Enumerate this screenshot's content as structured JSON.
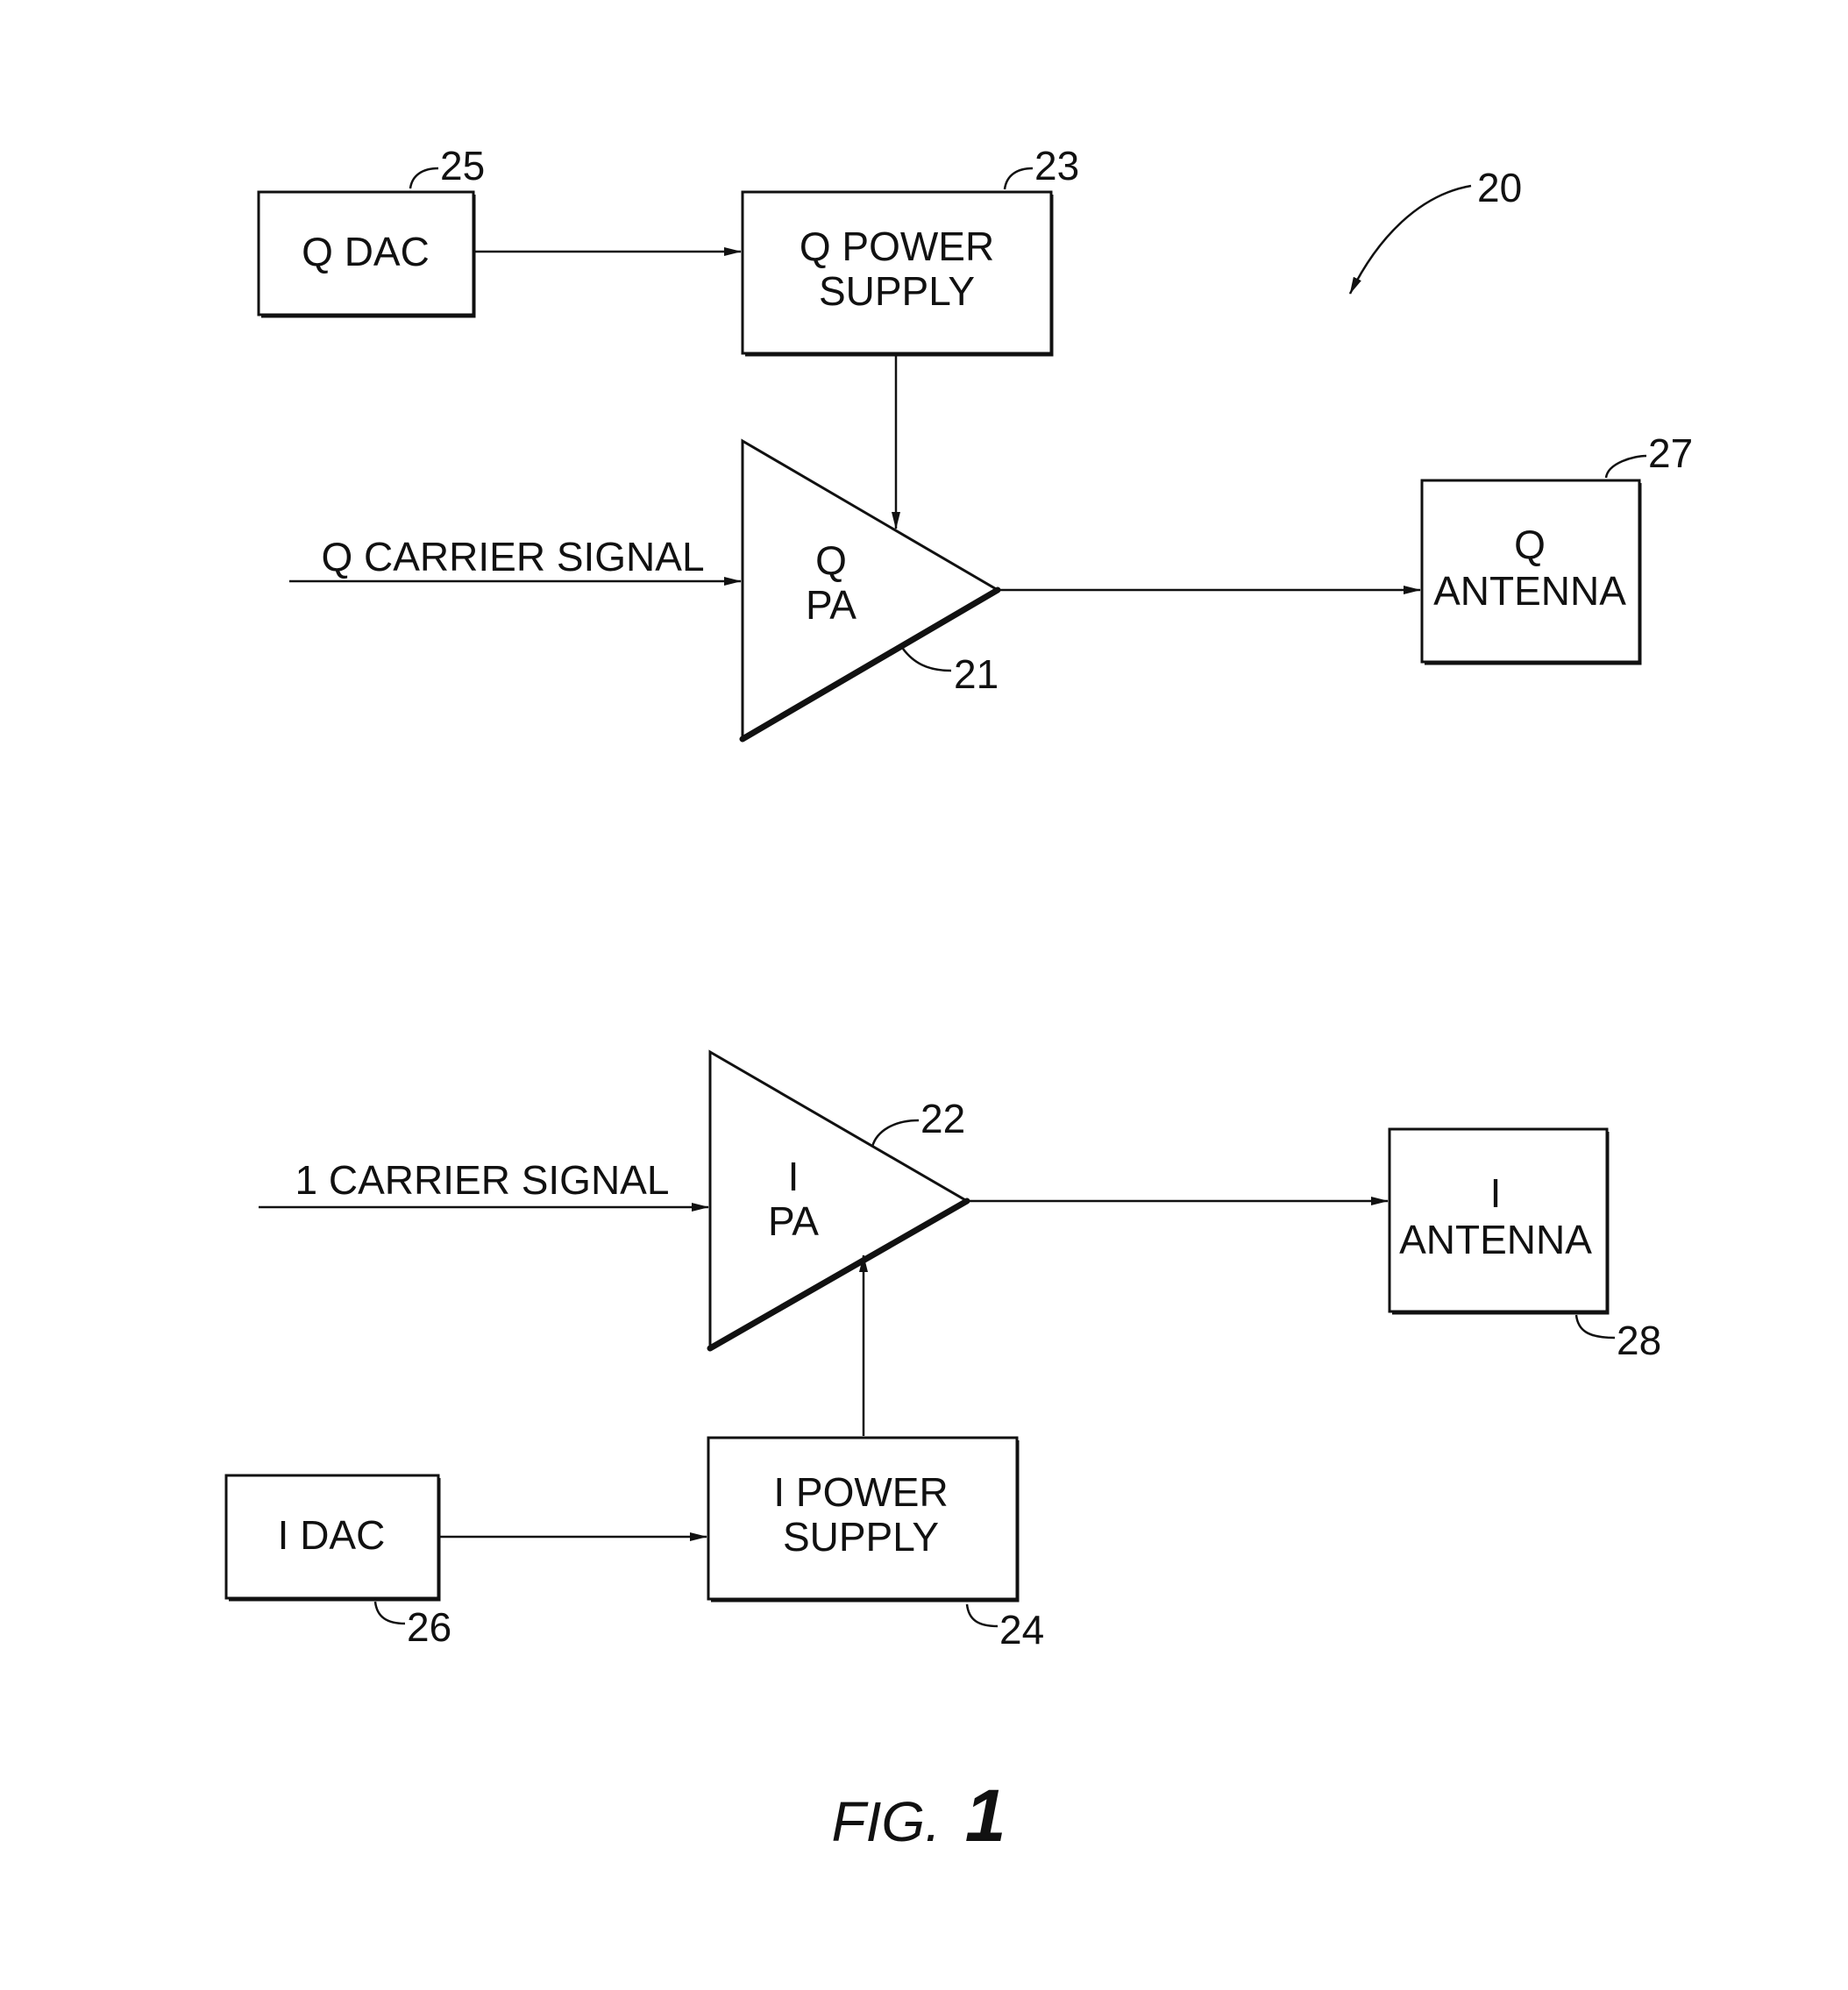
{
  "figure": {
    "reference": "20",
    "caption_prefix": "FIG.",
    "caption_number": "1"
  },
  "q_chain": {
    "dac": {
      "label": "Q DAC",
      "ref": "25"
    },
    "power_supply": {
      "label_line1": "Q POWER",
      "label_line2": "SUPPLY",
      "ref": "23"
    },
    "carrier_signal": "Q CARRIER SIGNAL",
    "pa": {
      "label_line1": "Q",
      "label_line2": "PA",
      "ref": "21"
    },
    "antenna": {
      "label_line1": "Q",
      "label_line2": "ANTENNA",
      "ref": "27"
    }
  },
  "i_chain": {
    "dac": {
      "label": "I DAC",
      "ref": "26"
    },
    "power_supply": {
      "label_line1": "I POWER",
      "label_line2": "SUPPLY",
      "ref": "24"
    },
    "carrier_signal": "1 CARRIER SIGNAL",
    "pa": {
      "label_line1": "I",
      "label_line2": "PA",
      "ref": "22"
    },
    "antenna": {
      "label_line1": "I",
      "label_line2": "ANTENNA",
      "ref": "28"
    }
  }
}
